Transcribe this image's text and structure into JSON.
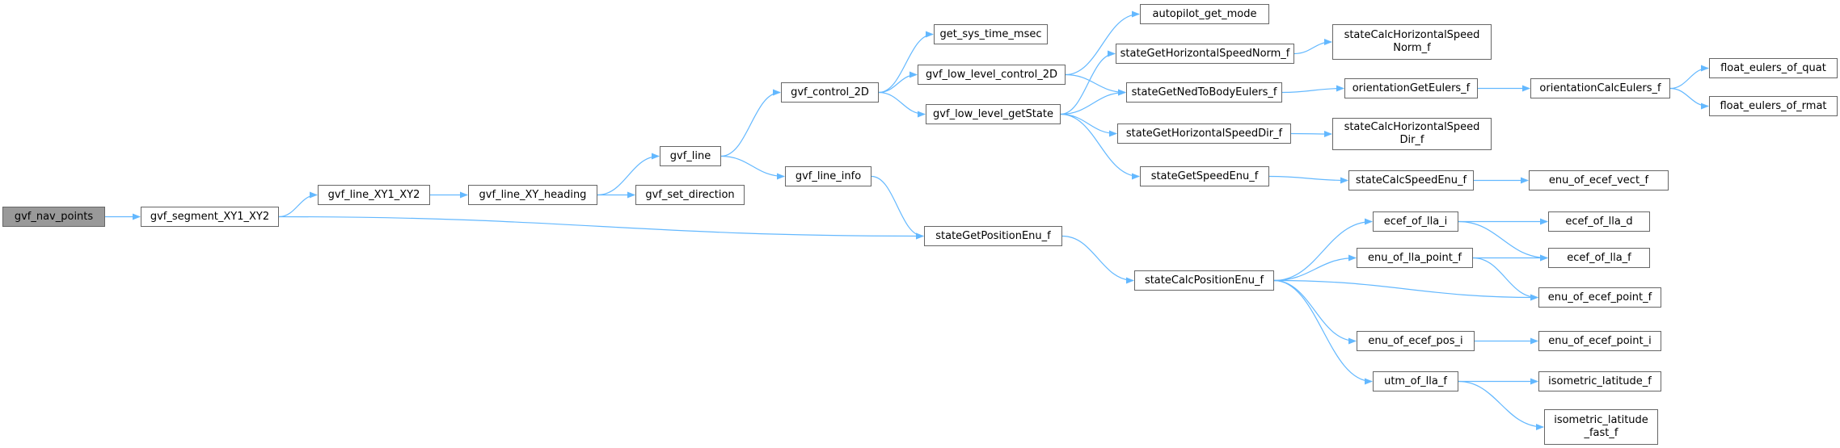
{
  "colors": {
    "edge": "#63b8ff",
    "node_border": "#666666",
    "root_fill": "#999999",
    "node_fill": "#ffffff"
  },
  "nodes": [
    {
      "id": "gvf_nav_points",
      "label": "gvf_nav_points",
      "root": true
    },
    {
      "id": "gvf_segment_XY1_XY2",
      "label": "gvf_segment_XY1_XY2"
    },
    {
      "id": "gvf_line_XY1_XY2",
      "label": "gvf_line_XY1_XY2"
    },
    {
      "id": "gvf_line_XY_heading",
      "label": "gvf_line_XY_heading"
    },
    {
      "id": "gvf_set_direction",
      "label": "gvf_set_direction"
    },
    {
      "id": "gvf_line",
      "label": "gvf_line"
    },
    {
      "id": "gvf_line_info",
      "label": "gvf_line_info"
    },
    {
      "id": "gvf_control_2D",
      "label": "gvf_control_2D"
    },
    {
      "id": "get_sys_time_msec",
      "label": "get_sys_time_msec"
    },
    {
      "id": "gvf_low_level_control_2D",
      "label": "gvf_low_level_control_2D"
    },
    {
      "id": "gvf_low_level_getState",
      "label": "gvf_low_level_getState"
    },
    {
      "id": "autopilot_get_mode",
      "label": "autopilot_get_mode"
    },
    {
      "id": "stateGetHorizontalSpeedNorm_f",
      "label": "stateGetHorizontalSpeedNorm_f"
    },
    {
      "id": "stateGetNedToBodyEulers_f",
      "label": "stateGetNedToBodyEulers_f"
    },
    {
      "id": "stateGetHorizontalSpeedDir_f",
      "label": "stateGetHorizontalSpeedDir_f"
    },
    {
      "id": "stateGetSpeedEnu_f",
      "label": "stateGetSpeedEnu_f"
    },
    {
      "id": "stateCalcHorizontalSpeedNorm_f",
      "label": "stateCalcHorizontalSpeed\nNorm_f"
    },
    {
      "id": "orientationGetEulers_f",
      "label": "orientationGetEulers_f"
    },
    {
      "id": "orientationCalcEulers_f",
      "label": "orientationCalcEulers_f"
    },
    {
      "id": "float_eulers_of_quat",
      "label": "float_eulers_of_quat"
    },
    {
      "id": "float_eulers_of_rmat",
      "label": "float_eulers_of_rmat"
    },
    {
      "id": "stateCalcHorizontalSpeedDir_f",
      "label": "stateCalcHorizontalSpeed\nDir_f"
    },
    {
      "id": "stateCalcSpeedEnu_f",
      "label": "stateCalcSpeedEnu_f"
    },
    {
      "id": "enu_of_ecef_vect_f",
      "label": "enu_of_ecef_vect_f"
    },
    {
      "id": "stateGetPositionEnu_f",
      "label": "stateGetPositionEnu_f"
    },
    {
      "id": "stateCalcPositionEnu_f",
      "label": "stateCalcPositionEnu_f"
    },
    {
      "id": "ecef_of_lla_i",
      "label": "ecef_of_lla_i"
    },
    {
      "id": "enu_of_lla_point_f",
      "label": "enu_of_lla_point_f"
    },
    {
      "id": "enu_of_ecef_pos_i",
      "label": "enu_of_ecef_pos_i"
    },
    {
      "id": "utm_of_lla_f",
      "label": "utm_of_lla_f"
    },
    {
      "id": "ecef_of_lla_d",
      "label": "ecef_of_lla_d"
    },
    {
      "id": "ecef_of_lla_f",
      "label": "ecef_of_lla_f"
    },
    {
      "id": "enu_of_ecef_point_f",
      "label": "enu_of_ecef_point_f"
    },
    {
      "id": "enu_of_ecef_point_i",
      "label": "enu_of_ecef_point_i"
    },
    {
      "id": "isometric_latitude_f",
      "label": "isometric_latitude_f"
    },
    {
      "id": "isometric_latitude_fast_f",
      "label": "isometric_latitude\n_fast_f"
    }
  ],
  "edges": [
    [
      "gvf_nav_points",
      "gvf_segment_XY1_XY2"
    ],
    [
      "gvf_segment_XY1_XY2",
      "gvf_line_XY1_XY2"
    ],
    [
      "gvf_segment_XY1_XY2",
      "stateGetPositionEnu_f"
    ],
    [
      "gvf_line_XY1_XY2",
      "gvf_line_XY_heading"
    ],
    [
      "gvf_line_XY_heading",
      "gvf_line"
    ],
    [
      "gvf_line_XY_heading",
      "gvf_set_direction"
    ],
    [
      "gvf_line",
      "gvf_control_2D"
    ],
    [
      "gvf_line",
      "gvf_line_info"
    ],
    [
      "gvf_line_info",
      "stateGetPositionEnu_f"
    ],
    [
      "gvf_control_2D",
      "get_sys_time_msec"
    ],
    [
      "gvf_control_2D",
      "gvf_low_level_control_2D"
    ],
    [
      "gvf_control_2D",
      "gvf_low_level_getState"
    ],
    [
      "gvf_low_level_control_2D",
      "autopilot_get_mode"
    ],
    [
      "gvf_low_level_control_2D",
      "stateGetNedToBodyEulers_f"
    ],
    [
      "gvf_low_level_getState",
      "stateGetHorizontalSpeedNorm_f"
    ],
    [
      "gvf_low_level_getState",
      "stateGetNedToBodyEulers_f"
    ],
    [
      "gvf_low_level_getState",
      "stateGetHorizontalSpeedDir_f"
    ],
    [
      "gvf_low_level_getState",
      "stateGetSpeedEnu_f"
    ],
    [
      "stateGetHorizontalSpeedNorm_f",
      "stateCalcHorizontalSpeedNorm_f"
    ],
    [
      "stateGetNedToBodyEulers_f",
      "orientationGetEulers_f"
    ],
    [
      "orientationGetEulers_f",
      "orientationCalcEulers_f"
    ],
    [
      "orientationCalcEulers_f",
      "float_eulers_of_quat"
    ],
    [
      "orientationCalcEulers_f",
      "float_eulers_of_rmat"
    ],
    [
      "stateGetHorizontalSpeedDir_f",
      "stateCalcHorizontalSpeedDir_f"
    ],
    [
      "stateGetSpeedEnu_f",
      "stateCalcSpeedEnu_f"
    ],
    [
      "stateCalcSpeedEnu_f",
      "enu_of_ecef_vect_f"
    ],
    [
      "stateGetPositionEnu_f",
      "stateCalcPositionEnu_f"
    ],
    [
      "stateCalcPositionEnu_f",
      "ecef_of_lla_i"
    ],
    [
      "stateCalcPositionEnu_f",
      "enu_of_lla_point_f"
    ],
    [
      "stateCalcPositionEnu_f",
      "enu_of_ecef_point_f"
    ],
    [
      "stateCalcPositionEnu_f",
      "enu_of_ecef_pos_i"
    ],
    [
      "stateCalcPositionEnu_f",
      "utm_of_lla_f"
    ],
    [
      "ecef_of_lla_i",
      "ecef_of_lla_d"
    ],
    [
      "ecef_of_lla_i",
      "ecef_of_lla_f"
    ],
    [
      "enu_of_lla_point_f",
      "ecef_of_lla_f"
    ],
    [
      "enu_of_lla_point_f",
      "enu_of_ecef_point_f"
    ],
    [
      "enu_of_ecef_pos_i",
      "enu_of_ecef_point_i"
    ],
    [
      "utm_of_lla_f",
      "isometric_latitude_f"
    ],
    [
      "utm_of_lla_f",
      "isometric_latitude_fast_f"
    ]
  ]
}
